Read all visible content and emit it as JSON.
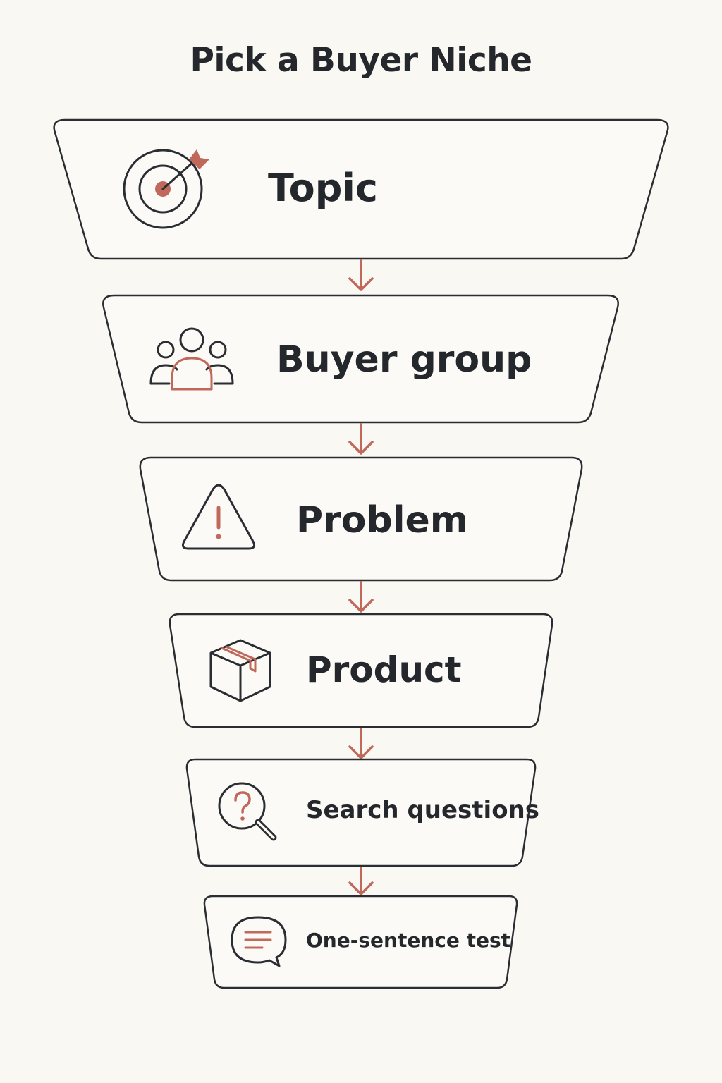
{
  "title": "Pick a Buyer Niche",
  "colors": {
    "background": "#FAF8F3",
    "outline": "#2A2D31",
    "accent": "#C0695A",
    "text": "#24272B"
  },
  "stages": [
    {
      "label": "Topic",
      "icon": "target-icon"
    },
    {
      "label": "Buyer group",
      "icon": "people-group-icon"
    },
    {
      "label": "Problem",
      "icon": "warning-triangle-icon"
    },
    {
      "label": "Product",
      "icon": "box-icon"
    },
    {
      "label": "Search questions",
      "icon": "question-magnifier-icon"
    },
    {
      "label": "One-sentence test",
      "icon": "speech-bubble-icon"
    }
  ],
  "connectors": [
    {
      "from": "Topic",
      "to": "Buyer group"
    },
    {
      "from": "Buyer group",
      "to": "Problem"
    },
    {
      "from": "Problem",
      "to": "Product"
    },
    {
      "from": "Product",
      "to": "Search questions"
    },
    {
      "from": "Search questions",
      "to": "One-sentence test"
    }
  ]
}
